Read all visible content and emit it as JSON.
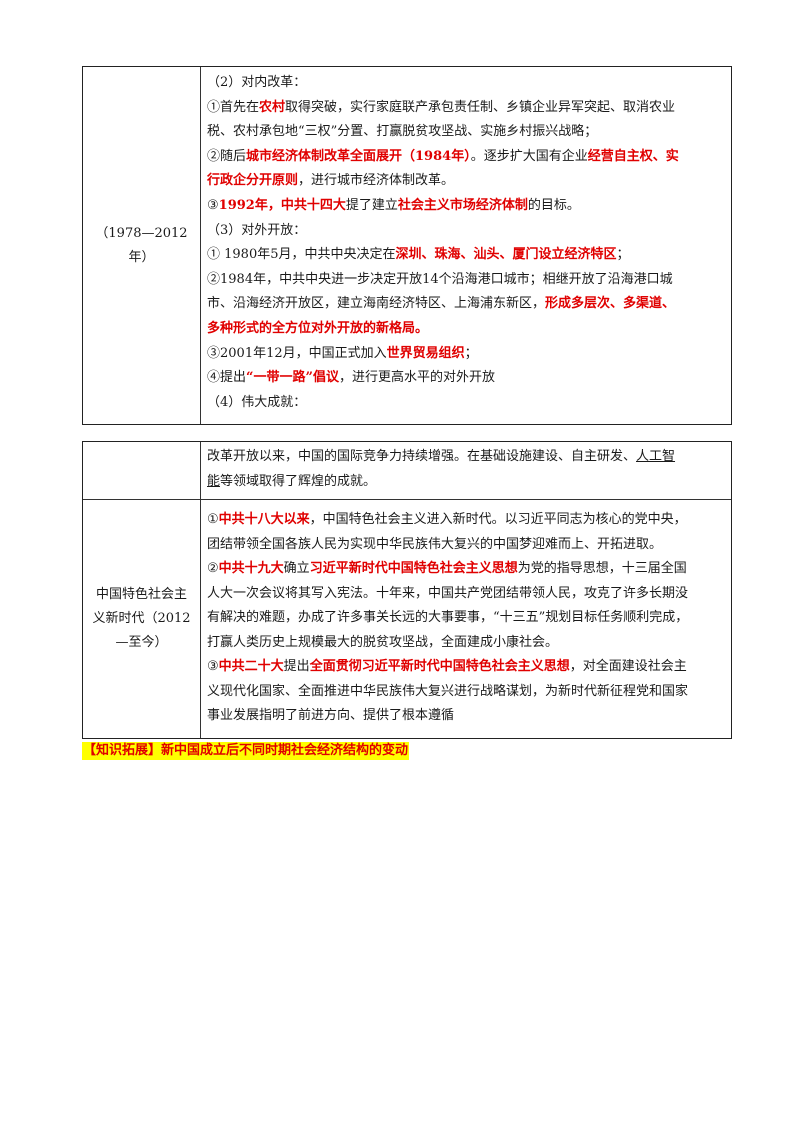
{
  "table1": {
    "period_label_line1": "（1978—2012",
    "period_label_line2": "年）",
    "lines": [
      [
        {
          "t": "（2）对内改革："
        }
      ],
      [
        {
          "t": "①首先在"
        },
        {
          "t": "农村",
          "r": true
        },
        {
          "t": "取得突破，实行家庭联产承包责任制、乡镇企业异军突起、取消农业"
        }
      ],
      [
        {
          "t": "税、农村承包地“三权”分置、打赢脱贫攻坚战、实施乡村振兴战略；"
        }
      ],
      [
        {
          "t": "②随后"
        },
        {
          "t": "城市经济体制改革全面展开（1984年）",
          "r": true
        },
        {
          "t": "。逐步扩大国有企业"
        },
        {
          "t": "经营自主权、实",
          "r": true
        }
      ],
      [
        {
          "t": "行政企分开原则",
          "r": true
        },
        {
          "t": "，进行城市经济体制改革。"
        }
      ],
      [
        {
          "t": "③"
        },
        {
          "t": "1992年，中共十四大",
          "r": true
        },
        {
          "t": "提了建立"
        },
        {
          "t": "社会主义市场经济体制",
          "r": true
        },
        {
          "t": "的目标。"
        }
      ],
      [
        {
          "t": "（3）对外开放："
        }
      ],
      [
        {
          "t": "① 1980年5月，中共中央决定在"
        },
        {
          "t": "深圳、珠海、汕头、厦门设立经济特区",
          "r": true
        },
        {
          "t": "；"
        }
      ],
      [
        {
          "t": "②1984年，中共中央进一步决定开放14个沿海港口城市；相继开放了沿海港口城"
        }
      ],
      [
        {
          "t": "市、沿海经济开放区，建立海南经济特区、上海浦东新区，"
        },
        {
          "t": "形成多层次、多渠道、",
          "r": true
        }
      ],
      [
        {
          "t": "多种形式的全方位对外开放的新格局。",
          "r": true
        }
      ],
      [
        {
          "t": "③2001年12月，中国正式加入"
        },
        {
          "t": "世界贸易组织",
          "r": true
        },
        {
          "t": "；"
        }
      ],
      [
        {
          "t": "④提出"
        },
        {
          "t": "“一带一路”倡议",
          "r": true
        },
        {
          "t": "，进行更高水平的对外开放"
        }
      ],
      [
        {
          "t": "（4）伟大成就："
        }
      ]
    ]
  },
  "table2": {
    "row1_lines": [
      [
        {
          "t": "改革开放以来，中国的国际竞争力持续增强。在基础设施建设、自主研发、"
        },
        {
          "t": "人工智",
          "u": true
        }
      ],
      [
        {
          "t": "能",
          "u": true
        },
        {
          "t": "等领域取得了辉煌的成就。"
        }
      ]
    ],
    "period_label_line1": "中国特色社会主",
    "period_label_line2": "义新时代（2012",
    "period_label_line3": "—至今）",
    "row2_lines": [
      [
        {
          "t": "①"
        },
        {
          "t": "中共十八大以来",
          "r": true
        },
        {
          "t": "，中国特色社会主义进入新时代。以习近平同志为核心的党中央，"
        }
      ],
      [
        {
          "t": "团结带领全国各族人民为实现中华民族伟大复兴的中国梦迎难而上、开拓进取。"
        }
      ],
      [
        {
          "t": "②"
        },
        {
          "t": "中共十九大",
          "r": true
        },
        {
          "t": "确立"
        },
        {
          "t": "习近平新时代中国特色社会主义思想",
          "r": true
        },
        {
          "t": "为党的指导思想，十三届全国"
        }
      ],
      [
        {
          "t": "人大一次会议将其写入宪法。十年来，中国共产党团结带领人民，攻克了许多长期没"
        }
      ],
      [
        {
          "t": "有解决的难题，办成了许多事关长远的大事要事，“十三五”规划目标任务顺利完成，"
        }
      ],
      [
        {
          "t": "打赢人类历史上规模最大的脱贫攻坚战，全面建成小康社会。"
        }
      ],
      [
        {
          "t": "③"
        },
        {
          "t": "中共二十大",
          "r": true
        },
        {
          "t": "提出"
        },
        {
          "t": "全面贯彻习近平新时代中国特色社会主义思想",
          "r": true
        },
        {
          "t": "，对全面建设社会主"
        }
      ],
      [
        {
          "t": "义现代化国家、全面推进中华民族伟大复兴进行战略谋划，为新时代新征程党和国家"
        }
      ],
      [
        {
          "t": "事业发展指明了前进方向、提供了根本遵循"
        }
      ]
    ]
  },
  "extension_heading": "【知识拓展】新中国成立后不同时期社会经济结构的变动",
  "colors": {
    "highlight_red": "#e00000",
    "highlight_yellow": "#ffff00"
  }
}
